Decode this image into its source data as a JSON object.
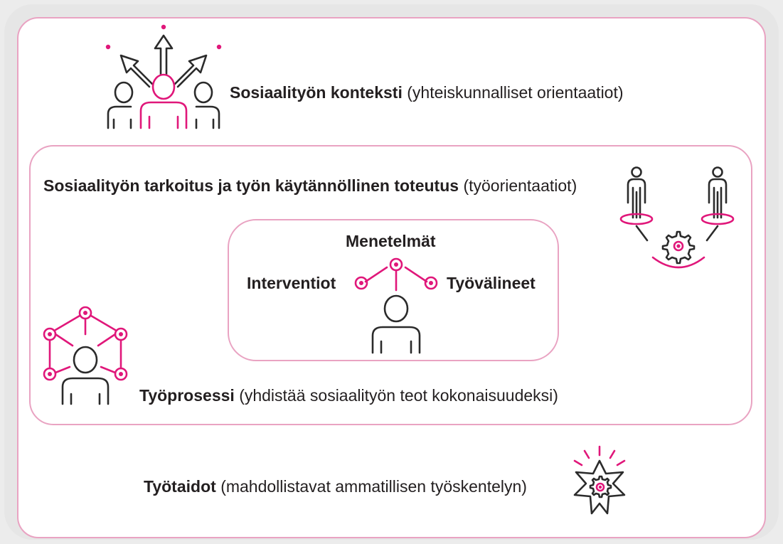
{
  "context": {
    "bold": "Sosiaalityön konteksti",
    "paren": "(yhteiskunnalliset orientaatiot)"
  },
  "purpose": {
    "bold": "Sosiaalityön tarkoitus ja työn käytännöllinen toteutus",
    "paren": "(työorientaatiot)"
  },
  "methods": {
    "title": "Menetelmät",
    "left": "Interventiot",
    "right": "Työvälineet"
  },
  "process": {
    "bold": "Työprosessi",
    "paren": "(yhdistää sosiaalityön teot kokonaisuudeksi)"
  },
  "skills": {
    "bold": "Työtaidot",
    "paren": "(mahdollistavat ammatillisen työskentelyn)"
  },
  "colors": {
    "accent": "#e0177a",
    "border": "#e9a3c2",
    "text": "#231f20"
  }
}
